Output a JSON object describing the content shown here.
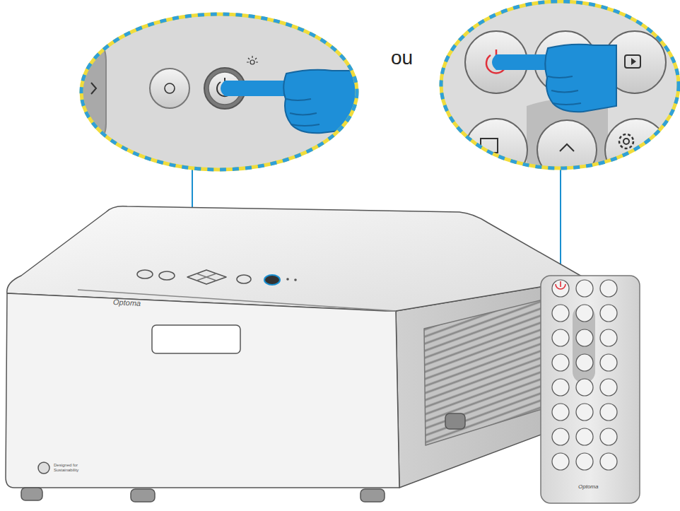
{
  "diagram": {
    "labels": [
      "ou",
      "Optoma",
      "Designed for Sustainability",
      "Optoma"
    ]
  }
}
